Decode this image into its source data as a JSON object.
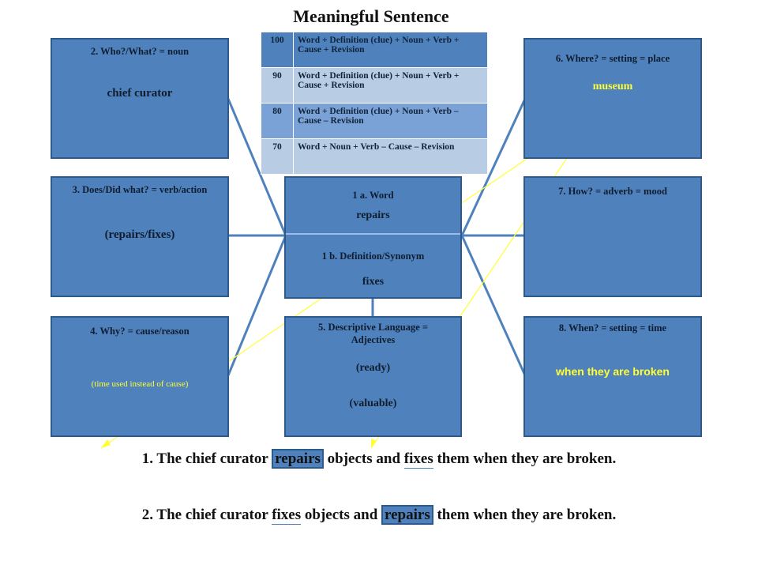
{
  "title": "Meaningful Sentence",
  "rubric": [
    {
      "score": "100",
      "text": "Word + Definition (clue) + Noun + Verb + Cause + Revision"
    },
    {
      "score": "90",
      "text": "Word + Definition (clue) + Noun + Verb + Cause + Revision"
    },
    {
      "score": "80",
      "text": "Word + Definition (clue) + Noun + Verb – Cause – Revision"
    },
    {
      "score": "70",
      "text": "Word + Noun + Verb – Cause – Revision"
    }
  ],
  "boxes": {
    "who": {
      "label": "2. Who?/What? = noun",
      "value": "chief curator"
    },
    "does": {
      "label": "3. Does/Did what? = verb/action",
      "value": "(repairs/fixes)"
    },
    "why": {
      "label": "4. Why? = cause/reason",
      "value": "(time used instead of cause)"
    },
    "word": {
      "label": "1 a. Word",
      "value": "repairs",
      "def_label": "1 b. Definition/Synonym",
      "def_value": "fixes"
    },
    "desc": {
      "label": "5. Descriptive Language = Adjectives",
      "value1": "(ready)",
      "value2": "(valuable)"
    },
    "where": {
      "label": "6. Where? = setting = place",
      "value": "museum"
    },
    "how": {
      "label": "7. How? = adverb = mood",
      "value": ""
    },
    "when": {
      "label": "8. When? = setting = time",
      "value": "when they are broken"
    }
  },
  "sentences": {
    "s1": {
      "p1": "1. The chief curator ",
      "h1": "repairs",
      "p2": " objects and ",
      "u1": "fixes",
      "p3": " them  when they are broken."
    },
    "s2": {
      "p1": "2. The  chief curator  ",
      "u1": "fixes",
      "p2": " objects and ",
      "h1": "repairs",
      "p3": " them when they are broken."
    }
  },
  "colors": {
    "box": "#4f81bd",
    "accent": "#ffff33"
  }
}
